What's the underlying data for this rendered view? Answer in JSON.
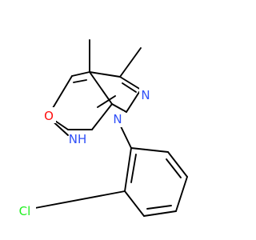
{
  "molecule": {
    "colors": {
      "bond": "#000000",
      "carbon": "#000000",
      "oxygen": "#ff0d0d",
      "nitrogen": "#3050f8",
      "chlorine": "#1ff01f"
    },
    "labels": {
      "oxygen": "O",
      "nh": "NH",
      "n_pyrazole": "N",
      "n_aryl": "N",
      "chlorine": "Cl"
    }
  }
}
